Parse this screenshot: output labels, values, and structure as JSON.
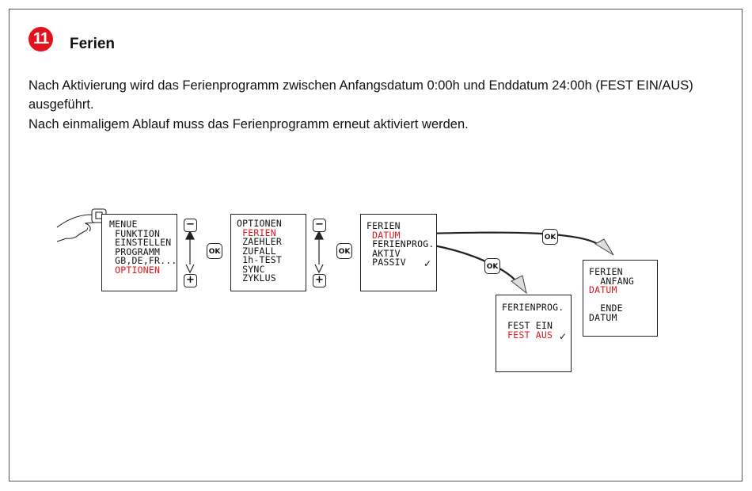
{
  "step": {
    "number": "11",
    "title": "Ferien"
  },
  "paragraphs": [
    "Nach Aktivierung wird das Ferienprogramm zwischen Anfangsdatum 0:00h und Enddatum 24:00h (FEST EIN/AUS) ausgeführt.",
    "Nach einmaligem Ablauf muss das Ferienprogramm erneut aktiviert werden."
  ],
  "colors": {
    "highlight": "#e3131b",
    "badge": "#e3131b"
  },
  "screens": {
    "menu": [
      "MENUE",
      " FUNKTION",
      " EINSTELLEN",
      " PROGRAMM",
      " GB,DE,FR...",
      " OPTIONEN"
    ],
    "optionen": [
      "OPTIONEN",
      " FERIEN",
      " ZAEHLER",
      " ZUFALL",
      " 1h-TEST",
      " SYNC",
      " ZYKLUS"
    ],
    "ferien": [
      "FERIEN",
      " DATUM",
      " FERIENPROG.",
      " AKTIV",
      " PASSIV"
    ],
    "ferienprog": [
      "FERIENPROG.",
      "",
      " FEST EIN",
      " FEST AUS"
    ],
    "ferien_datum": [
      "FERIEN",
      "  ANFANG",
      "DATUM",
      "",
      "  ENDE",
      "DATUM"
    ]
  },
  "buttons": {
    "ok": "OK",
    "minus": "−",
    "plus": "+"
  },
  "icons": {
    "hand": "hand-pressing-icon",
    "check": "✓"
  }
}
